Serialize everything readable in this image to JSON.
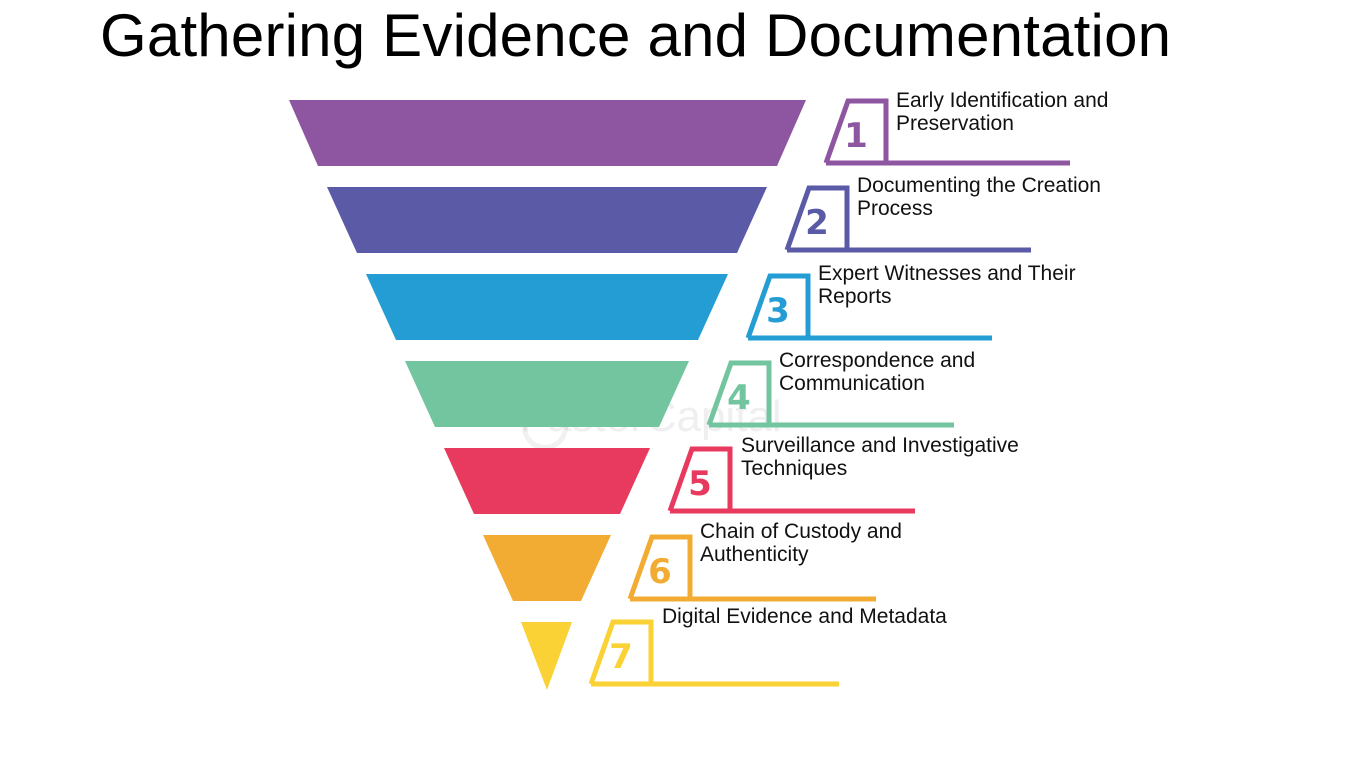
{
  "title": "Gathering Evidence and Documentation",
  "watermark": "FasterCapital",
  "steps": [
    {
      "number": "1",
      "label": "Early Identification and Preservation",
      "color": "#8E55A0"
    },
    {
      "number": "2",
      "label": "Documenting the Creation Process",
      "color": "#5B5AA6"
    },
    {
      "number": "3",
      "label": "Expert Witnesses and Their Reports",
      "color": "#239DD3"
    },
    {
      "number": "4",
      "label": "Correspondence and Communication",
      "color": "#72C59F"
    },
    {
      "number": "5",
      "label": "Surveillance and Investigative Techniques",
      "color": "#E83A5E"
    },
    {
      "number": "6",
      "label": "Chain of Custody and Authenticity",
      "color": "#F3AC33"
    },
    {
      "number": "7",
      "label": "Digital Evidence and Metadata",
      "color": "#FBD235"
    }
  ]
}
